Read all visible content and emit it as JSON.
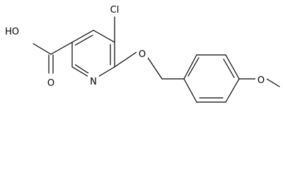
{
  "atom_labels": {
    "cl": "Cl",
    "oh": "HO",
    "ocarbonyl": "O",
    "n": "N",
    "oether": "O",
    "omethoxy": "O"
  }
}
